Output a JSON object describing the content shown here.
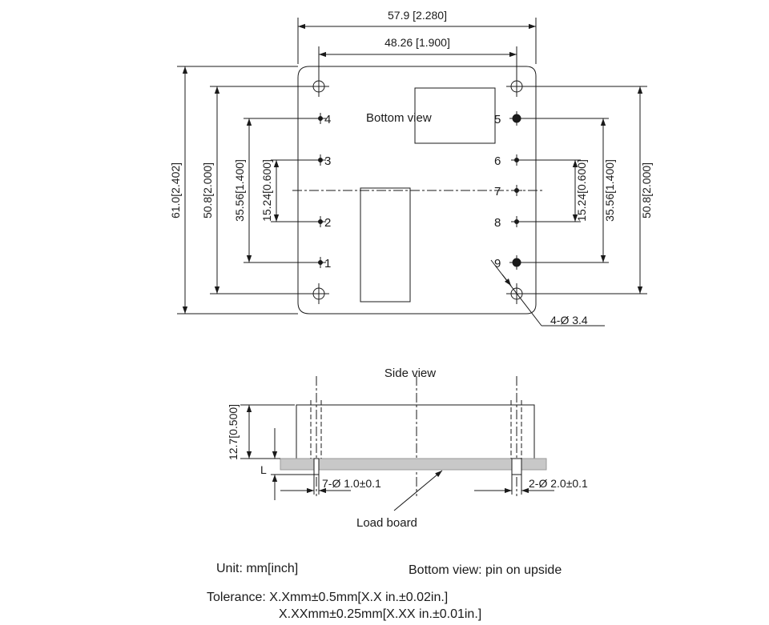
{
  "bottom_view": {
    "title": "Bottom view",
    "width_overall": "57.9 [2.280]",
    "width_holes": "48.26 [1.900]",
    "height_overall": "61.0[2.402]",
    "height_holes_left": "50.8[2.000]",
    "height_holes_right": "50.8[2.000]",
    "pin_span_outer_left": "35.56[1.400]",
    "pin_span_inner_left": "15.24[0.600]",
    "pin_span_outer_right": "35.56[1.400]",
    "pin_span_inner_right": "15.24[0.600]",
    "mount_holes": "4-Ø 3.4",
    "pins_left": [
      "4",
      "3",
      "2",
      "1"
    ],
    "pins_right": [
      "5",
      "6",
      "7",
      "8",
      "9"
    ]
  },
  "side_view": {
    "title": "Side view",
    "height": "12.7[0.500]",
    "small_pins": "7-Ø 1.0±0.1",
    "large_pins": "2-Ø 2.0±0.1",
    "pin_length_label": "L",
    "load_board": "Load board"
  },
  "notes": {
    "unit": "Unit: mm[inch]",
    "orientation": "Bottom view: pin on upside",
    "tolerance_1": "Tolerance: X.Xmm±0.5mm[X.X in.±0.02in.]",
    "tolerance_2": "X.XXmm±0.25mm[X.XX in.±0.01in.]"
  }
}
